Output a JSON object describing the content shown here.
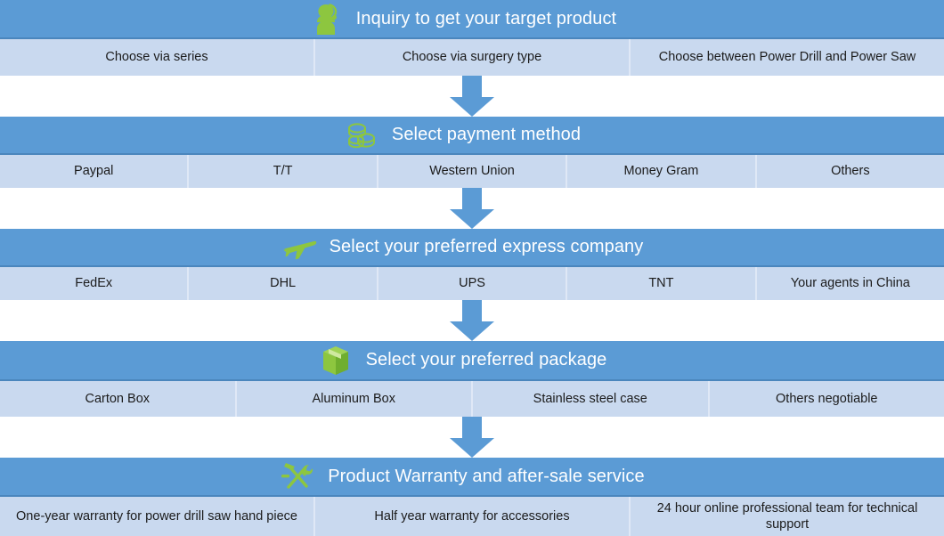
{
  "diagram": {
    "accent_blue": "#5b9bd5",
    "option_bg": "#c9d9ef",
    "icon_green": "#8dc63f",
    "title_color": "#ffffff",
    "arrow_icon": "down-arrow-icon",
    "sections": [
      {
        "id": "inquiry",
        "title": "Inquiry to get your target product",
        "icon": "customer-service-person-icon",
        "options": [
          "Choose via series",
          "Choose via surgery type",
          "Choose  between Power Drill and Power Saw"
        ]
      },
      {
        "id": "payment",
        "title": "Select payment method",
        "icon": "coins-stack-icon",
        "options": [
          "Paypal",
          "T/T",
          "Western Union",
          "Money Gram",
          "Others"
        ]
      },
      {
        "id": "express",
        "title": "Select your preferred express company",
        "icon": "airplane-icon",
        "options": [
          "FedEx",
          "DHL",
          "UPS",
          "TNT",
          "Your agents in China"
        ]
      },
      {
        "id": "package",
        "title": "Select your preferred package",
        "icon": "package-box-icon",
        "options": [
          "Carton Box",
          "Aluminum Box",
          "Stainless steel case",
          "Others negotiable"
        ]
      },
      {
        "id": "warranty",
        "title": "Product Warranty and after-sale service",
        "icon": "hammer-wrench-icon",
        "options": [
          "One-year warranty for power drill saw hand piece",
          "Half year warranty for accessories",
          "24 hour online professional team for technical support"
        ]
      }
    ]
  }
}
